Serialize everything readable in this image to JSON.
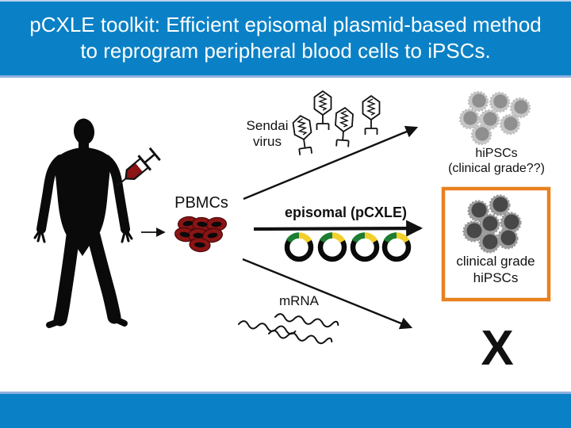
{
  "slide": {
    "title_line1": "pCXLE toolkit: Efficient episomal plasmid-based method",
    "title_line2": "to reprogram peripheral blood cells to iPSCs."
  },
  "diagram": {
    "source": {
      "label": "PBMCs"
    },
    "pathways": {
      "sendai": {
        "label_line1": "Sendai",
        "label_line2": "virus",
        "result_line1": "hiPSCs",
        "result_line2": "(clinical grade??)"
      },
      "episomal": {
        "label": "episomal (pCXLE)",
        "result_line1": "clinical grade",
        "result_line2": "hiPSCs"
      },
      "mrna": {
        "label": "mRNA",
        "result": "X"
      }
    }
  },
  "icons": {
    "human": "human-silhouette-icon",
    "syringe": "syringe-icon",
    "pbmc_cells": "pbmc-cells-icon",
    "virus": "bacteriophage-icon",
    "plasmid": "plasmid-ring-icon",
    "ipsc_colony": "ipsc-colony-icon",
    "mrna_strands": "mrna-squiggle-icon",
    "arrows": "pathway-arrow-icon"
  },
  "colors": {
    "banner_blue": "#0a81c6",
    "banner_edge_light": "#8fb0df",
    "highlight_orange": "#e8811f",
    "blood_red": "#8b1414",
    "plasmid_green": "#1d7d31",
    "plasmid_yellow": "#f2d02c",
    "cell_gray_light": "#c7c7c7",
    "cell_gray_mid": "#8f8f8f",
    "cell_gray_dark": "#484848"
  }
}
